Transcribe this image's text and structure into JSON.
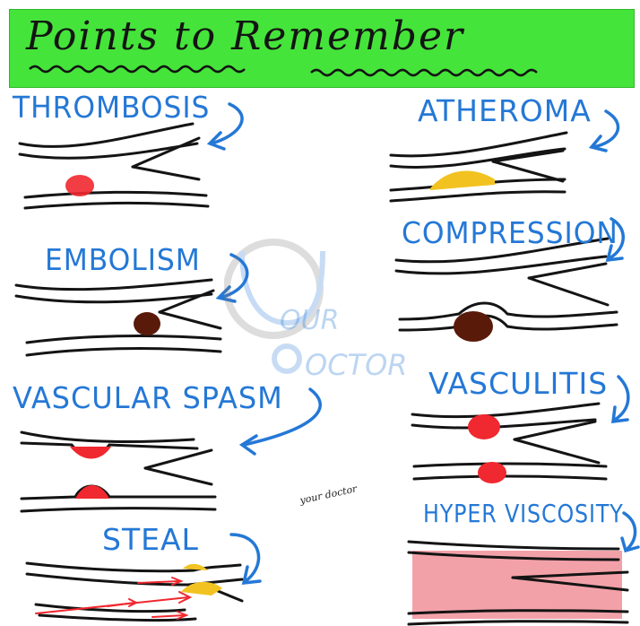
{
  "header": {
    "title": "Points to Remember"
  },
  "causes": [
    {
      "id": "thrombosis",
      "label": "THROMBOSIS"
    },
    {
      "id": "atheroma",
      "label": "ATHEROMA"
    },
    {
      "id": "embolism",
      "label": "EMBOLISM"
    },
    {
      "id": "compression",
      "label": "COMPRESSION"
    },
    {
      "id": "vascular-spasm",
      "label": "VASCULAR SPASM"
    },
    {
      "id": "vasculitis",
      "label": "VASCULITIS"
    },
    {
      "id": "steal",
      "label": "STEAL"
    },
    {
      "id": "hyperviscosity",
      "label": "HYPER VISCOSITY"
    }
  ],
  "watermark": {
    "line1": "OUR",
    "line2": "OCTOR"
  },
  "signature": "your doctor",
  "colors": {
    "banner": "#45e43a",
    "label": "#2478d6",
    "arrow": "#2478d6",
    "line": "#141414",
    "clot_red": "#f0282f",
    "plaque_yellow": "#f2c320",
    "embolus_brown": "#5a1a0a",
    "viscous_pink": "#f08a94"
  }
}
